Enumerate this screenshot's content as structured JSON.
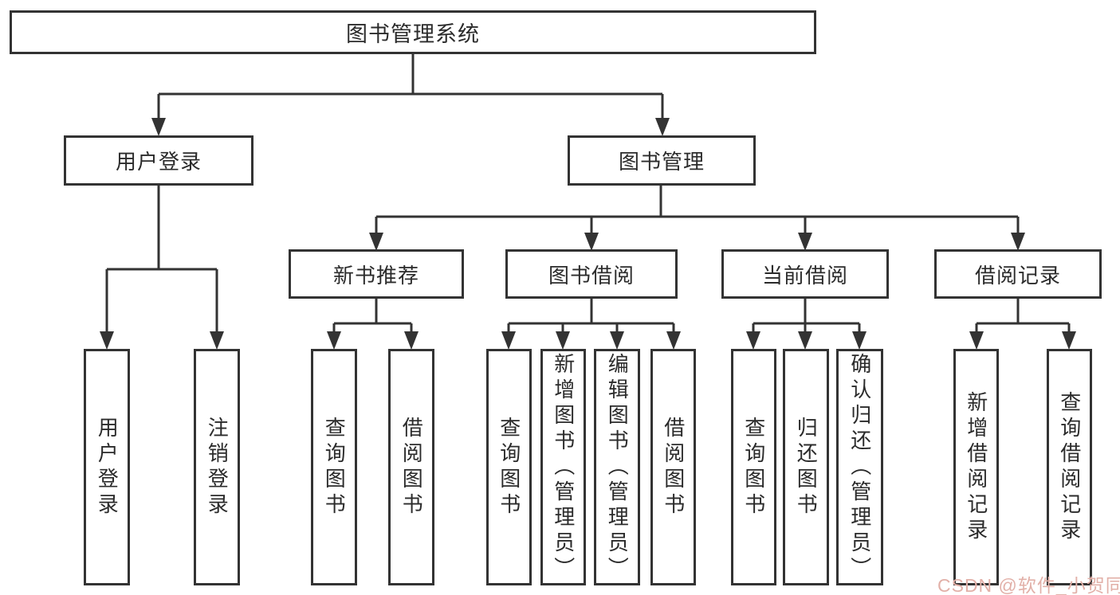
{
  "colors": {
    "line": "#333333",
    "text": "#2b2b2b",
    "background": "#ffffff",
    "watermark": "#e2b0a8"
  },
  "watermark": {
    "text": "CSDN @软件_小贺同学"
  },
  "tree": {
    "label": "图书管理系统",
    "children": [
      {
        "label": "用户登录",
        "children": [
          {
            "label": "用户登录"
          },
          {
            "label": "注销登录"
          }
        ]
      },
      {
        "label": "图书管理",
        "children": [
          {
            "label": "新书推荐",
            "children": [
              {
                "label": "查询图书"
              },
              {
                "label": "借阅图书"
              }
            ]
          },
          {
            "label": "图书借阅",
            "children": [
              {
                "label": "查询图书"
              },
              {
                "label": "新增图书（管理员）"
              },
              {
                "label": "编辑图书（管理员）"
              },
              {
                "label": "借阅图书"
              }
            ]
          },
          {
            "label": "当前借阅",
            "children": [
              {
                "label": "查询图书"
              },
              {
                "label": "归还图书"
              },
              {
                "label": "确认归还（管理员）"
              }
            ]
          },
          {
            "label": "借阅记录",
            "children": [
              {
                "label": "新增借阅记录"
              },
              {
                "label": "查询借阅记录"
              }
            ]
          }
        ]
      }
    ]
  }
}
